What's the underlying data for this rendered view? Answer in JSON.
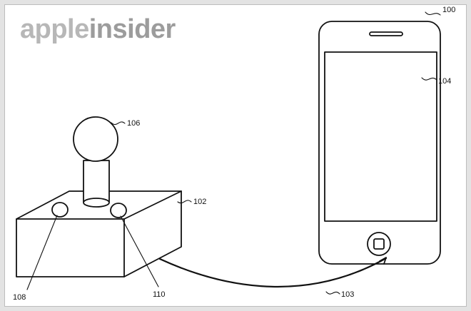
{
  "logo": {
    "part1": "apple",
    "part2": "insider"
  },
  "labels": {
    "phone": "100",
    "screen": "104",
    "joystick_ball": "106",
    "base": "102",
    "cable": "103",
    "button_left": "108",
    "button_right": "110"
  },
  "colors": {
    "line": "#111111",
    "logo_light": "#b7b7b7",
    "logo_dark": "#9c9c9c",
    "frame": "#e3e3e3"
  }
}
